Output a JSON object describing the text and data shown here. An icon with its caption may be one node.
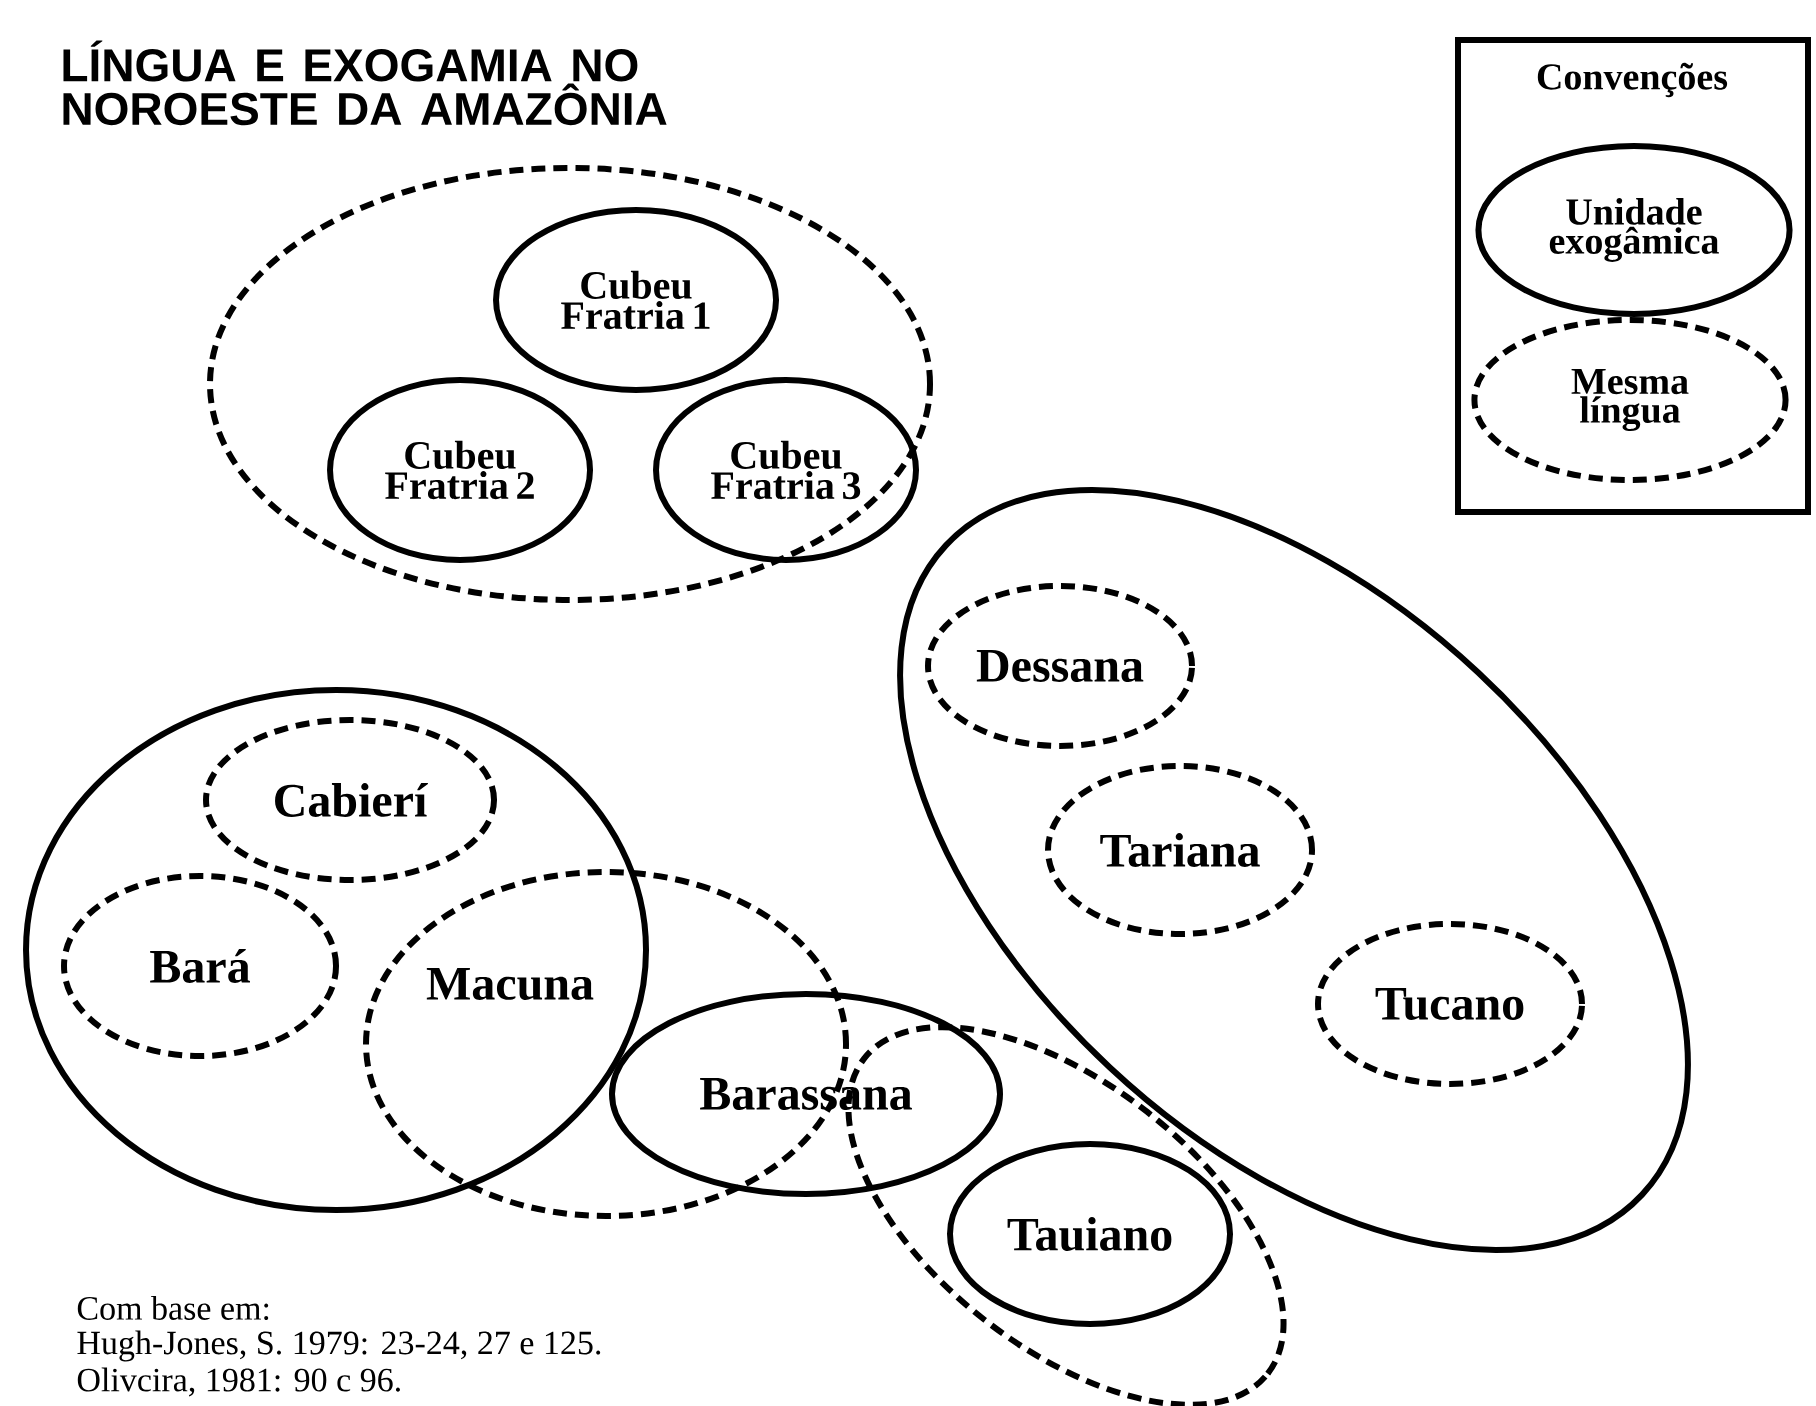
{
  "diagram": {
    "title": "LÍNGUA E EXOGAMIA NO NOROESTE DA AMAZÔNIA",
    "nodes": [
      {
        "text": [],
        "shape": "ellipse"
      },
      {
        "text": [
          "Cubeu Fratria 1"
        ],
        "in": 0
      },
      {
        "text": [
          "Cubeu Fratria 2"
        ],
        "in": 0
      },
      {
        "text": [
          "Cubeu Fratria 3"
        ],
        "in": 0
      },
      {
        "text": [],
        "shape": "ellipse"
      },
      {
        "text": [
          "Dessana"
        ],
        "in": 4
      },
      {
        "text": [
          "Tariana"
        ],
        "in": 4
      },
      {
        "text": [
          "Tucano"
        ],
        "in": 4
      },
      {
        "text": [],
        "shape": "ellipse"
      },
      {
        "text": [
          "Cabierí"
        ],
        "in": 8
      },
      {
        "text": [
          "Bará"
        ],
        "in": 8
      },
      {
        "text": [
          "Macuna"
        ]
      },
      {
        "text": [
          "Barassana"
        ]
      },
      {
        "text": [],
        "shape": "ellipse"
      },
      {
        "text": [
          "Tauiano"
        ],
        "in": 13
      }
    ],
    "labels": [
      "Convenções",
      "Com base em:",
      "Hugh-Jones, S. 1979: 23-24, 27 e 125.",
      "Olivcira, 1981: 90 c 96."
    ],
    "legend": [
      {
        "text": "Unidade exogâmica"
      },
      {
        "text": "Mesma língua"
      }
    ]
  }
}
